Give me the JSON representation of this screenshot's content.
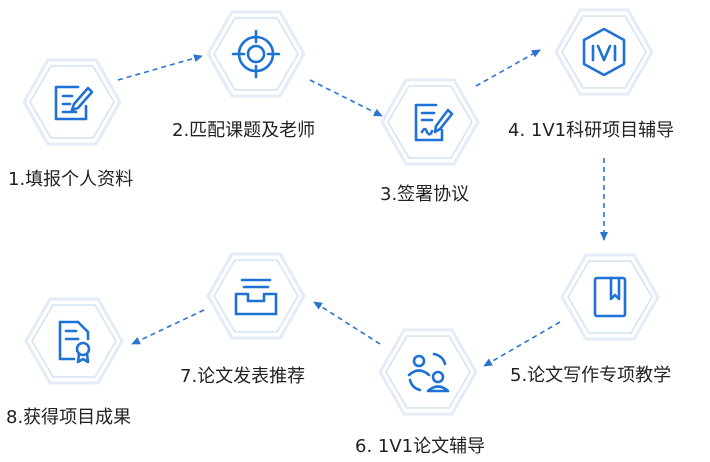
{
  "steps": [
    {
      "label": "1.填报个人资料",
      "icon": "edit-document-icon"
    },
    {
      "label": "2.匹配课题及老师",
      "icon": "target-icon"
    },
    {
      "label": "3.签署协议",
      "icon": "sign-contract-icon"
    },
    {
      "label": "4. 1V1科研项目辅导",
      "icon": "1v1-badge-icon"
    },
    {
      "label": "5.论文写作专项教学",
      "icon": "book-icon"
    },
    {
      "label": "6. 1V1论文辅导",
      "icon": "users-exchange-icon"
    },
    {
      "label": "7.论文发表推荐",
      "icon": "inbox-tray-icon"
    },
    {
      "label": "8.获得项目成果",
      "icon": "certificate-icon"
    }
  ],
  "colors": {
    "accent": "#1e72d6",
    "hex_border": "#e3ecf7",
    "text": "#222222"
  }
}
